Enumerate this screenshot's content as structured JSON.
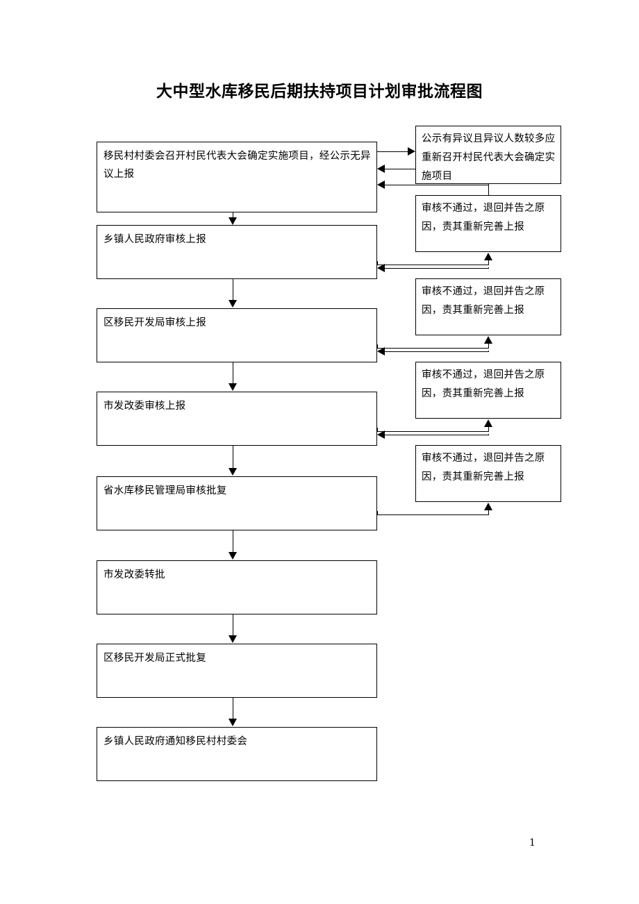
{
  "document": {
    "title": "大中型水库移民后期扶持项目计划审批流程图",
    "page_number": "1"
  },
  "flowchart": {
    "type": "flowchart",
    "orientation": "top-to-bottom",
    "main_steps": [
      {
        "id": "step1",
        "label": "移民村村委会召开村民代表大会确定实施项目，经公示无异议上报"
      },
      {
        "id": "step2",
        "label": "乡镇人民政府审核上报"
      },
      {
        "id": "step3",
        "label": "区移民开发局审核上报"
      },
      {
        "id": "step4",
        "label": "市发改委审核上报"
      },
      {
        "id": "step5",
        "label": "省水库移民管理局审核批复"
      },
      {
        "id": "step6",
        "label": "市发改委转批"
      },
      {
        "id": "step7",
        "label": "区移民开发局正式批复"
      },
      {
        "id": "step8",
        "label": "乡镇人民政府通知移民村村委会"
      }
    ],
    "side_notes": [
      {
        "id": "note1",
        "label": "公示有异议且异议人数较多应重新召开村民代表大会确定实施项目"
      },
      {
        "id": "note2",
        "label": "审核不通过，退回并告之原因，责其重新完善上报"
      },
      {
        "id": "note3",
        "label": "审核不通过，退回并告之原因，责其重新完善上报"
      },
      {
        "id": "note4",
        "label": "审核不通过，退回并告之原因，责其重新完善上报"
      },
      {
        "id": "note5",
        "label": "审核不通过，退回并告之原因，责其重新完善上报"
      }
    ]
  },
  "colors": {
    "line": "#000000",
    "text": "#000000",
    "background": "#ffffff"
  }
}
